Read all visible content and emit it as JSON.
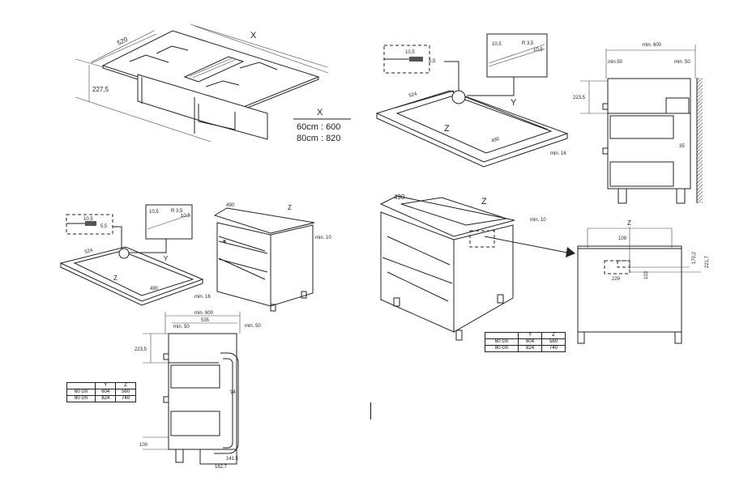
{
  "hob_view": {
    "depth": "520",
    "height": "227,5",
    "width_label": "X"
  },
  "x_table": {
    "header": "X",
    "rows": [
      "60cm : 600",
      "80cm : 820"
    ]
  },
  "cutout_detail": {
    "groove_width": "10,5",
    "groove_depth": "5,5",
    "corner_left": "10,5",
    "corner_radius": "R 3,5",
    "corner_right": "10,5",
    "width_label": "524",
    "y_label": "Y",
    "z_label": "Z",
    "inner": "490",
    "min_thickness": "min. 16"
  },
  "side_view_top": {
    "min_width": "min. 600",
    "min_left": "min.50",
    "min_right": "min. 50",
    "height": "223,5",
    "gap": "35"
  },
  "cabinet_small": {
    "depth": "490",
    "z_label": "Z",
    "min_gap": "min. 10"
  },
  "cabinet_large": {
    "depth": "490",
    "z_label": "Z",
    "min_gap": "min. 10"
  },
  "back_view": {
    "z_label": "Z",
    "d1": "109",
    "d2": "170,2",
    "d3": "221,7",
    "d4": "103",
    "d5": "229"
  },
  "side_view_bottom": {
    "min_width": "min. 600",
    "inner": "535",
    "min_left": "min. 50",
    "min_right": "min. 50",
    "height": "223,5",
    "duct": "94",
    "plinth": "100",
    "duct_out": "141,5",
    "duct_total": "162,7"
  },
  "size_table": {
    "headers": [
      "",
      "Y",
      "Z"
    ],
    "rows": [
      [
        "60 cm",
        "604",
        "560"
      ],
      [
        "80 cm",
        "824",
        "740"
      ]
    ]
  }
}
